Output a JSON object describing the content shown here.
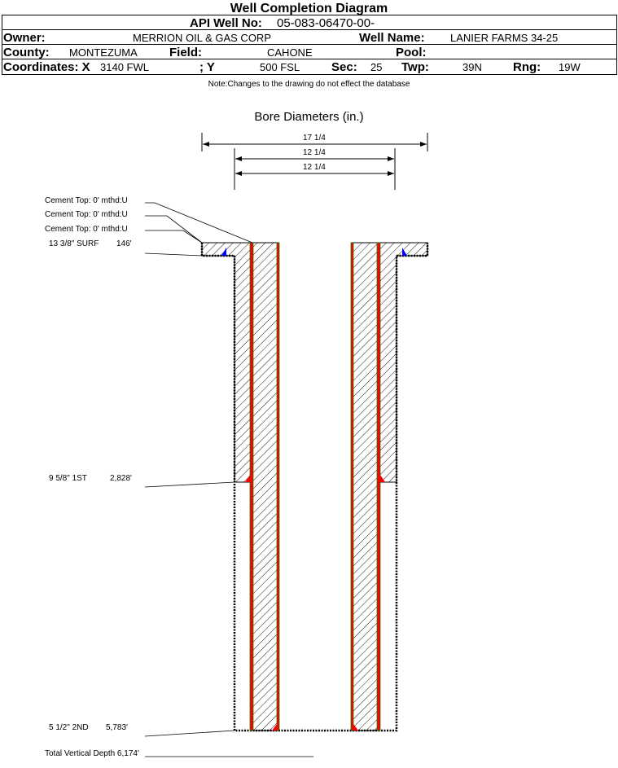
{
  "title": "Well Completion Diagram",
  "header": {
    "api_label": "API Well No:",
    "api_value": "05-083-06470-00-",
    "owner_label": "Owner:",
    "owner_value": "MERRION OIL & GAS CORP",
    "well_name_label": "Well Name:",
    "well_name_value": "LANIER FARMS 34-25",
    "county_label": "County:",
    "county_value": "MONTEZUMA",
    "field_label": "Field:",
    "field_value": "CAHONE",
    "pool_label": "Pool:",
    "coord_label": "Coordinates: X",
    "x_value": "3140 FWL",
    "y_label": "; Y",
    "y_value": "500 FSL",
    "sec_label": "Sec:",
    "sec_value": "25",
    "twp_label": "Twp:",
    "twp_value": "39N",
    "rng_label": "Rng:",
    "rng_value": "19W"
  },
  "note": "Note:Changes to the drawing do not effect the database",
  "bore": {
    "title": "Bore Diameters (in.)",
    "d1": "17 1/4",
    "d2": "12 1/4",
    "d3": "12 1/4"
  },
  "labels": {
    "cement1": "Cement Top: 0' mthd:U",
    "cement2": "Cement Top: 0' mthd:U",
    "cement3": "Cement Top: 0' mthd:U",
    "surf": "13 3/8\" SURF",
    "surf_depth": "146'",
    "first": "9 5/8\" 1ST",
    "first_depth": "2,828'",
    "second": "5 1/2\" 2ND",
    "second_depth": "5,783'",
    "tvd": "Total Vertical Depth 6,174'"
  },
  "colors": {
    "casing": "#ff0000",
    "casing_edge": "#008000",
    "cement_top": "#0000ff"
  }
}
